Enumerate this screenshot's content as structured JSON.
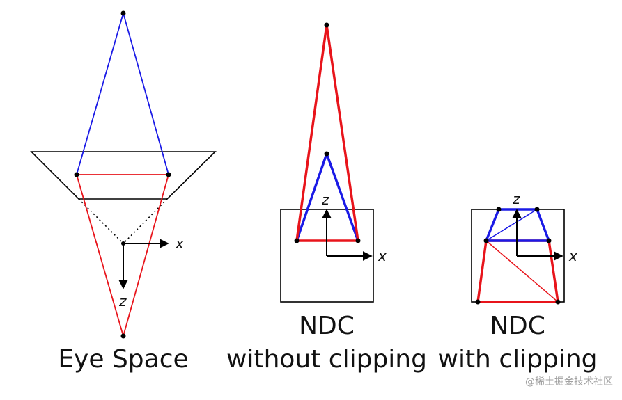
{
  "panels": {
    "eye_space": {
      "caption": "Eye Space",
      "axis_x": "x",
      "axis_z": "z"
    },
    "ndc_without_clipping": {
      "caption_line1": "NDC",
      "caption_line2": "without clipping",
      "axis_x": "x",
      "axis_z": "z"
    },
    "ndc_with_clipping": {
      "caption_line1": "NDC",
      "caption_line2": "with clipping",
      "axis_x": "x",
      "axis_z": "z"
    }
  },
  "watermark": "@稀土掘金技术社区",
  "colors": {
    "ink": "#000000",
    "red": "#e8141b",
    "blue": "#1a1ae6"
  }
}
